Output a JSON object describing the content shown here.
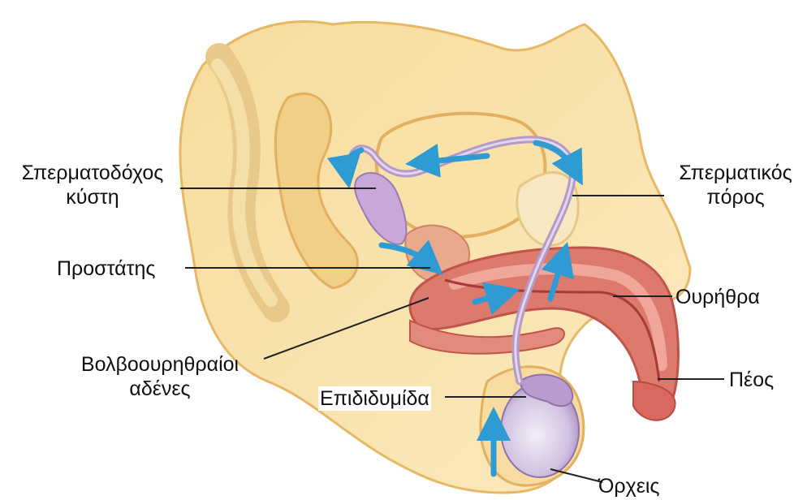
{
  "figure": {
    "labels": {
      "seminal_vesicle_line1": "Σπερματοδόχος",
      "seminal_vesicle_line2": "κύστη",
      "prostate": "Προστάτης",
      "bulbourethral_line1": "Βολβοουρηθραίοι",
      "bulbourethral_line2": "αδένες",
      "epididymis": "Επιδιδυμίδα",
      "vas_deferens_line1": "Σπερματικός",
      "vas_deferens_line2": "πόρος",
      "urethra": "Ουρήθρα",
      "penis": "Πέος",
      "testes": "Όρχεις"
    },
    "colors": {
      "tissue_light": "#fbe7b4",
      "tissue_mid": "#f3d18a",
      "tissue_edge": "#e6b866",
      "vas_deferens": "#b59ac6",
      "flow_arrow": "#2f9bd3",
      "penis_tissue": "#dc7a6e",
      "testis": "#d9cde6"
    },
    "icons": [
      "flow-arrow-icon"
    ]
  }
}
